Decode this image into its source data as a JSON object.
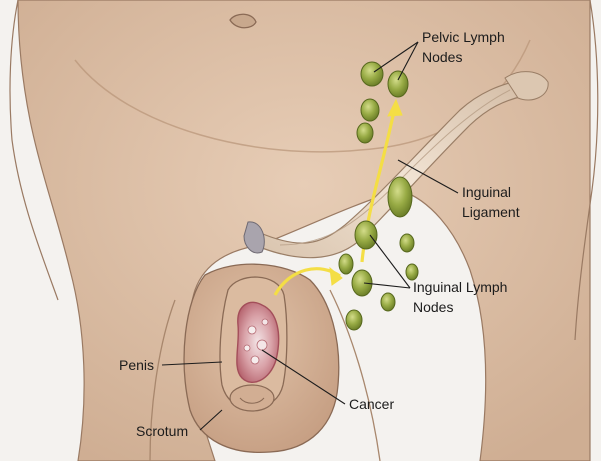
{
  "labels": {
    "pelvic_nodes_line1": "Pelvic Lymph",
    "pelvic_nodes_line2": "Nodes",
    "ligament_line1": "Inguinal",
    "ligament_line2": "Ligament",
    "inguinal_nodes_line1": "Inguinal Lymph",
    "inguinal_nodes_line2": "Nodes",
    "penis": "Penis",
    "cancer": "Cancer",
    "scrotum": "Scrotum"
  },
  "colors": {
    "background": "#f4f2ef",
    "skin": "#dcbfa6",
    "skin_shadow": "#c49d82",
    "outline": "#8a6a55",
    "lymph_node": "#8fa33c",
    "lymph_node_light": "#c3cf6e",
    "ligament": "#e8d6c2",
    "arrow": "#f6e04a",
    "tumor": "#c26a73",
    "leader_line": "#1c1c1c"
  }
}
